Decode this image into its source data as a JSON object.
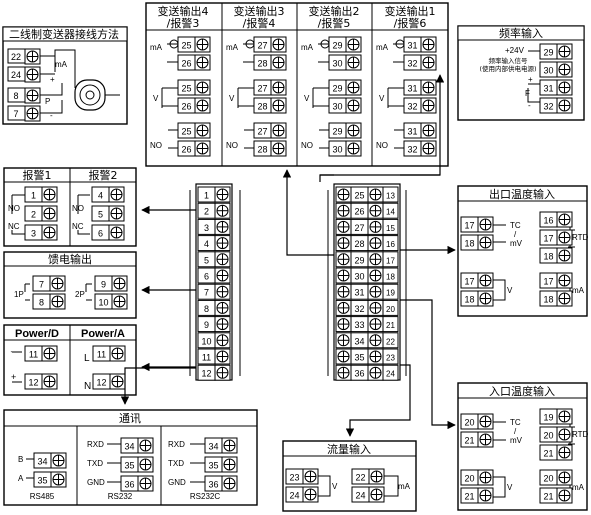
{
  "title_2wire": "二线制变送器接线方法",
  "ma_label": "mA",
  "p_label": "P",
  "t22": "22",
  "t24": "24",
  "t8": "8",
  "t7": "7",
  "col4_title": "变送输出4 /报警3",
  "col3_title": "变送输出3 /报警4",
  "col2_title": "变送输出2 /报警5",
  "col1_title": "变送输出1 /报警6",
  "ma": "mA",
  "v": "V",
  "no": "NO",
  "col4_terms": [
    "25",
    "26",
    "25",
    "26",
    "25",
    "26"
  ],
  "col3_terms": [
    "27",
    "28",
    "27",
    "28",
    "27",
    "28"
  ],
  "col2_terms": [
    "29",
    "30",
    "29",
    "30",
    "29",
    "30"
  ],
  "col1_terms": [
    "31",
    "32",
    "31",
    "32",
    "31",
    "32"
  ],
  "freq_title": "频率输入",
  "freq_24v": "+24V",
  "freq_desc1": "频率输入信号",
  "freq_desc2": "(使用内部供电电源)",
  "freq_f": "F",
  "freq_terms": [
    "29",
    "30",
    "31",
    "32"
  ],
  "alarm1_title": "报警1",
  "alarm2_title": "报警2",
  "alarm_no": "NO",
  "alarm_nc": "NC",
  "alarm1_terms": [
    "1",
    "2",
    "3"
  ],
  "alarm2_terms": [
    "4",
    "5",
    "6"
  ],
  "feed_title": "馈电输出",
  "feed_1p": "1P",
  "feed_2p": "2P",
  "feed_terms": [
    "7",
    "8",
    "9",
    "10"
  ],
  "power_d": "Power/D",
  "power_a": "Power/A",
  "power_l": "L",
  "power_n": "N",
  "power_terms": [
    "11",
    "12",
    "11",
    "12"
  ],
  "comm_title": "通讯",
  "comm_b": "B",
  "comm_a": "A",
  "comm_rxd": "RXD",
  "comm_txd": "TXD",
  "comm_gnd": "GND",
  "comm_rs485": "RS485",
  "comm_rs232": "RS232",
  "comm_rs232c": "RS232C",
  "comm_485_terms": [
    "34",
    "35"
  ],
  "comm_232_terms": [
    "34",
    "35",
    "36"
  ],
  "left_strip": [
    "1",
    "2",
    "3",
    "4",
    "5",
    "6",
    "7",
    "8",
    "9",
    "10",
    "11",
    "12"
  ],
  "right_strip_left": [
    "25",
    "26",
    "27",
    "28",
    "29",
    "30",
    "31",
    "32",
    "33",
    "34",
    "35",
    "36"
  ],
  "right_strip_right": [
    "13",
    "14",
    "15",
    "16",
    "17",
    "18",
    "19",
    "20",
    "21",
    "22",
    "23",
    "24"
  ],
  "out_temp_title": "出口温度输入",
  "in_temp_title": "入口温度输入",
  "tc": "TC",
  "mv": "mV",
  "rtd": "RTD",
  "out_temp_terms": [
    "17",
    "18",
    "16",
    "17",
    "18",
    "17",
    "18",
    "17",
    "18"
  ],
  "in_temp_terms": [
    "20",
    "21",
    "19",
    "20",
    "21",
    "20",
    "21",
    "20",
    "21"
  ],
  "flow_title": "流量输入",
  "flow_terms": [
    "23",
    "24",
    "22",
    "24"
  ]
}
